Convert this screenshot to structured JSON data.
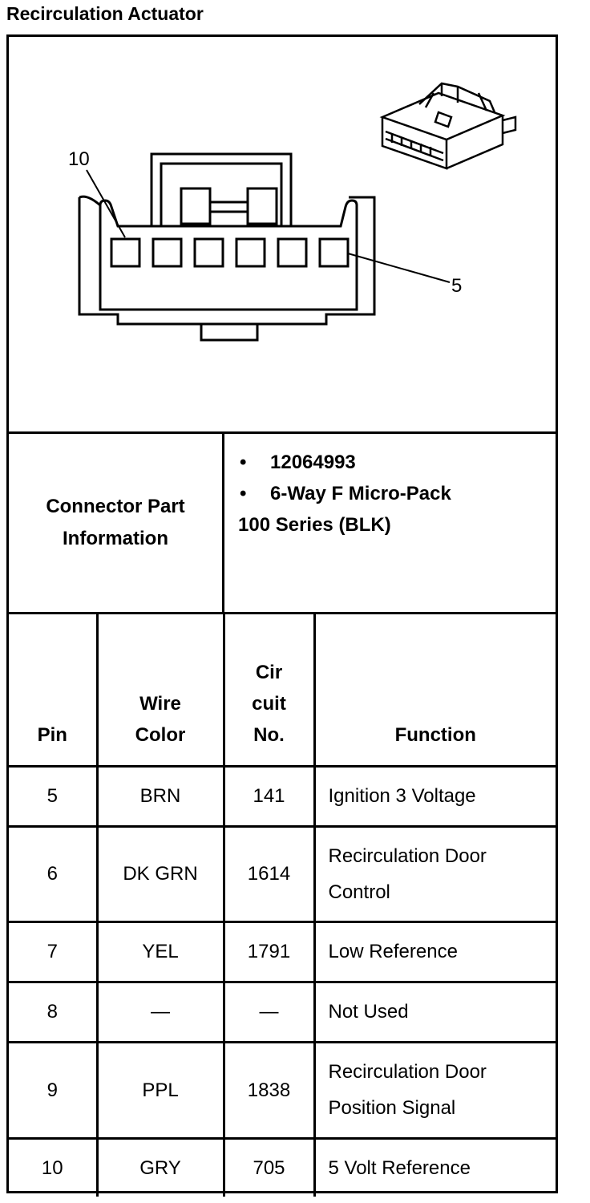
{
  "page": {
    "title": "Recirculation Actuator"
  },
  "diagram": {
    "callout_left": "10",
    "callout_right": "5"
  },
  "connector": {
    "label": "Connector Part Information",
    "part_number": "12064993",
    "description": "6-Way F Micro-Pack",
    "series": "100 Series (BLK)",
    "bullet": "•"
  },
  "table": {
    "headers": {
      "pin": "Pin",
      "wire_color": "Wire Color",
      "circuit_no": "Cir cuit No.",
      "function": "Function"
    },
    "rows": [
      {
        "pin": "5",
        "wire": "BRN",
        "circuit": "141",
        "function": "Ignition 3 Voltage"
      },
      {
        "pin": "6",
        "wire": "DK GRN",
        "circuit": "1614",
        "function": "Recirculation Door Control"
      },
      {
        "pin": "7",
        "wire": "YEL",
        "circuit": "1791",
        "function": "Low Reference"
      },
      {
        "pin": "8",
        "wire": "—",
        "circuit": "—",
        "function": "Not Used"
      },
      {
        "pin": "9",
        "wire": "PPL",
        "circuit": "1838",
        "function": "Recirculation Door Position Signal"
      },
      {
        "pin": "10",
        "wire": "GRY",
        "circuit": "705",
        "function": "5 Volt Reference"
      }
    ]
  }
}
